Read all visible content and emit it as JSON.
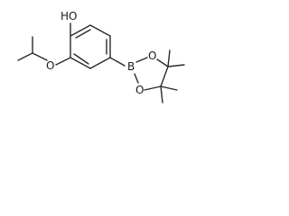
{
  "molecule": {
    "atoms": {
      "hydroxyl": "HO",
      "ether_oxygen": "O",
      "boron": "B",
      "boronate_oxygen_top": "O",
      "boronate_oxygen_bottom": "O"
    },
    "colors": {
      "bond": "#2a2a2a",
      "text": "#1a1a1a",
      "background": "#ffffff"
    }
  }
}
